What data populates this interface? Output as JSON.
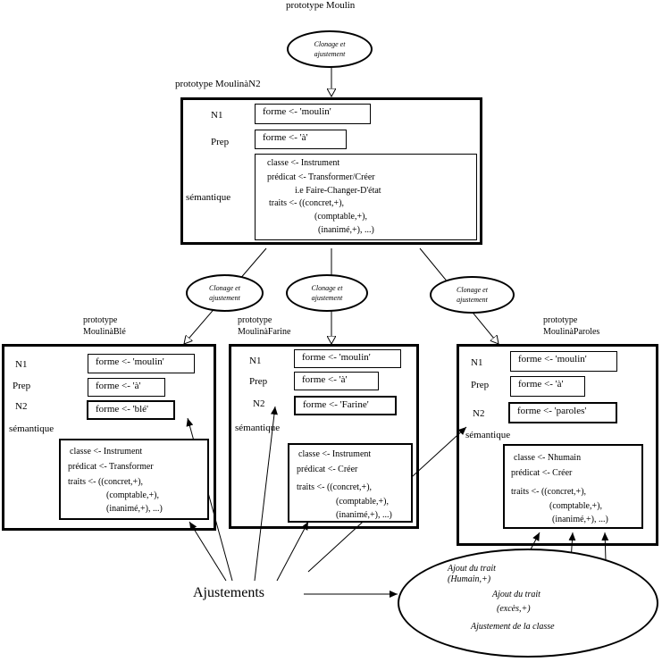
{
  "header": {
    "title": "prototype Moulin"
  },
  "cloning_label": [
    "Clonage et",
    "ajustement"
  ],
  "n2_prototype": {
    "title": "prototype MoulinàN2",
    "labels": {
      "n1": "N1",
      "prep": "Prep",
      "semantique": "sémantique"
    },
    "forme_n1": "forme <- 'moulin'",
    "forme_prep": "forme <- 'à'",
    "sem": [
      "classe <- Instrument",
      "prédicat <- Transformer/Créer",
      "i.e Faire-Changer-D'état",
      "traits <- ((concret,+),",
      "(comptable,+),",
      "(inanimé,+), ...)"
    ]
  },
  "children": [
    {
      "title": [
        "prototype",
        "MoulinàBlé"
      ],
      "labels": {
        "n1": "N1",
        "prep": "Prep",
        "n2": "N2",
        "semantique": "sémantique"
      },
      "forme_n1": "forme <- 'moulin'",
      "forme_prep": "forme <- 'à'",
      "forme_n2": "forme <- 'blé'",
      "sem": [
        "classe <- Instrument",
        "prédicat <- Transformer",
        "traits <- ((concret,+),",
        "(comptable,+),",
        "(inanimé,+), ...)"
      ]
    },
    {
      "title": [
        "prototype",
        "MoulinàFarine"
      ],
      "labels": {
        "n1": "N1",
        "prep": "Prep",
        "n2": "N2",
        "semantique": "sémantique"
      },
      "forme_n1": "forme <- 'moulin'",
      "forme_prep": "forme <- 'à'",
      "forme_n2": "forme <- 'Farine'",
      "sem": [
        "classe <- Instrument",
        "prédicat <- Créer",
        "traits <- ((concret,+),",
        "(comptable,+),",
        "(inanimé,+), ...)"
      ]
    },
    {
      "title": [
        "prototype",
        "MoulinàParoles"
      ],
      "labels": {
        "n1": "N1",
        "prep": "Prep",
        "n2": "N2",
        "semantique": "sémantique"
      },
      "forme_n1": "forme <- 'moulin'",
      "forme_prep": "forme <- 'à'",
      "forme_n2": "forme <- 'paroles'",
      "sem": [
        "classe <- Nhumain",
        "prédicat <- Créer",
        "traits <- ((concret,+),",
        "(comptable,+),",
        "(inanimé,+), ...)"
      ]
    }
  ],
  "ajustements": "Ajustements",
  "adjust_ellipse": {
    "line1a": "Ajout du trait",
    "line1b": "(Humain,+)",
    "line2a": "Ajout  du trait",
    "line2b": "(excès,+)",
    "line3": "Ajustement de la classe"
  }
}
